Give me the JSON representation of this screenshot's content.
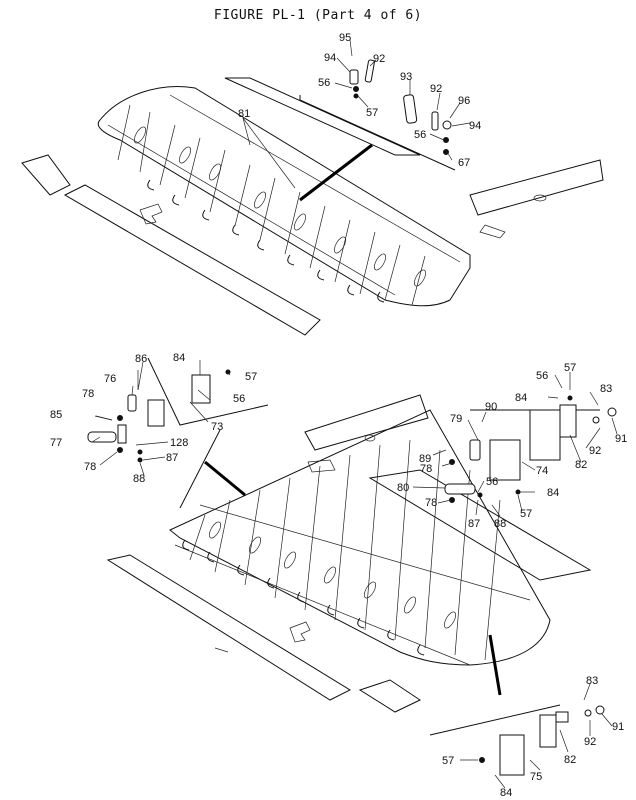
{
  "title": "FIGURE PL-1 (Part 4 of 6)",
  "callouts": {
    "c95": "95",
    "c94a": "94",
    "c92a": "92",
    "c56a": "56",
    "c57a": "57",
    "c93": "93",
    "c92b": "92",
    "c96": "96",
    "c94b": "94",
    "c56b": "56",
    "c67": "67",
    "c81": "81",
    "c86": "86",
    "c84a": "84",
    "c57b": "57",
    "c76": "76",
    "c56c": "56",
    "c78a": "78",
    "c85": "85",
    "c73": "73",
    "c77": "77",
    "c128": "128",
    "c78b": "78",
    "c87a": "87",
    "c88a": "88",
    "c56d": "56",
    "c57c": "57",
    "c83a": "83",
    "c84b": "84",
    "c79": "79",
    "c90": "90",
    "c91a": "91",
    "c74": "74",
    "c92c": "92",
    "c82a": "82",
    "c89": "89",
    "c78c": "78",
    "c80": "80",
    "c56e": "56",
    "c78d": "78",
    "c84c": "84",
    "c87b": "87",
    "c88b": "88",
    "c57d": "57",
    "c83b": "83",
    "c91b": "91",
    "c92d": "92",
    "c82b": "82",
    "c57e": "57",
    "c75": "75",
    "c84d": "84"
  }
}
